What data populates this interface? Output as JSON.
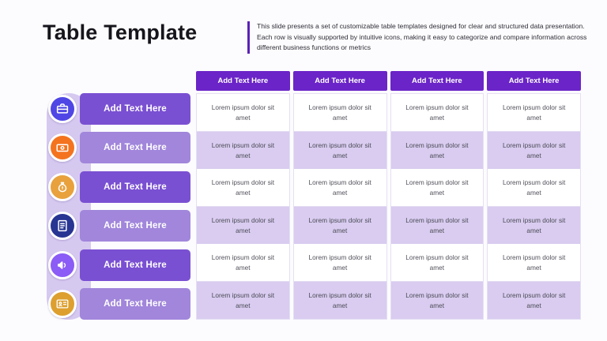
{
  "slide": {
    "title": "Table Template",
    "description": "This slide presents a set of customizable table templates designed for clear and structured data presentation. Each row is visually supported by intuitive icons, making it easy to categorize and compare information across different business functions or metrics",
    "accent_color": "#6B24C8"
  },
  "left_table": {
    "rows": [
      {
        "icon": "briefcase-icon",
        "icon_color": "#4F46E5",
        "label": "Add Text Here"
      },
      {
        "icon": "cash-icon",
        "icon_color": "#F4731F",
        "label": "Add Text Here"
      },
      {
        "icon": "money-bag-icon",
        "icon_color": "#E8A13C",
        "label": "Add Text Here"
      },
      {
        "icon": "document-icon",
        "icon_color": "#283593",
        "label": "Add Text Here"
      },
      {
        "icon": "megaphone-icon",
        "icon_color": "#8B5CF6",
        "label": "Add Text Here"
      },
      {
        "icon": "id-card-icon",
        "icon_color": "#DD9F2F",
        "label": "Add Text Here"
      }
    ],
    "row_colors": {
      "dark": "#7A50D2",
      "light": "#A186DB",
      "rail": "#D6C9F0"
    }
  },
  "table": {
    "headers": [
      "Add Text Here",
      "Add Text Here",
      "Add Text Here",
      "Add Text Here"
    ],
    "cell_text": "Lorem ipsum dolor sit amet",
    "rows": 6,
    "columns": 4,
    "alt_row_color": "#D9CCF0"
  }
}
